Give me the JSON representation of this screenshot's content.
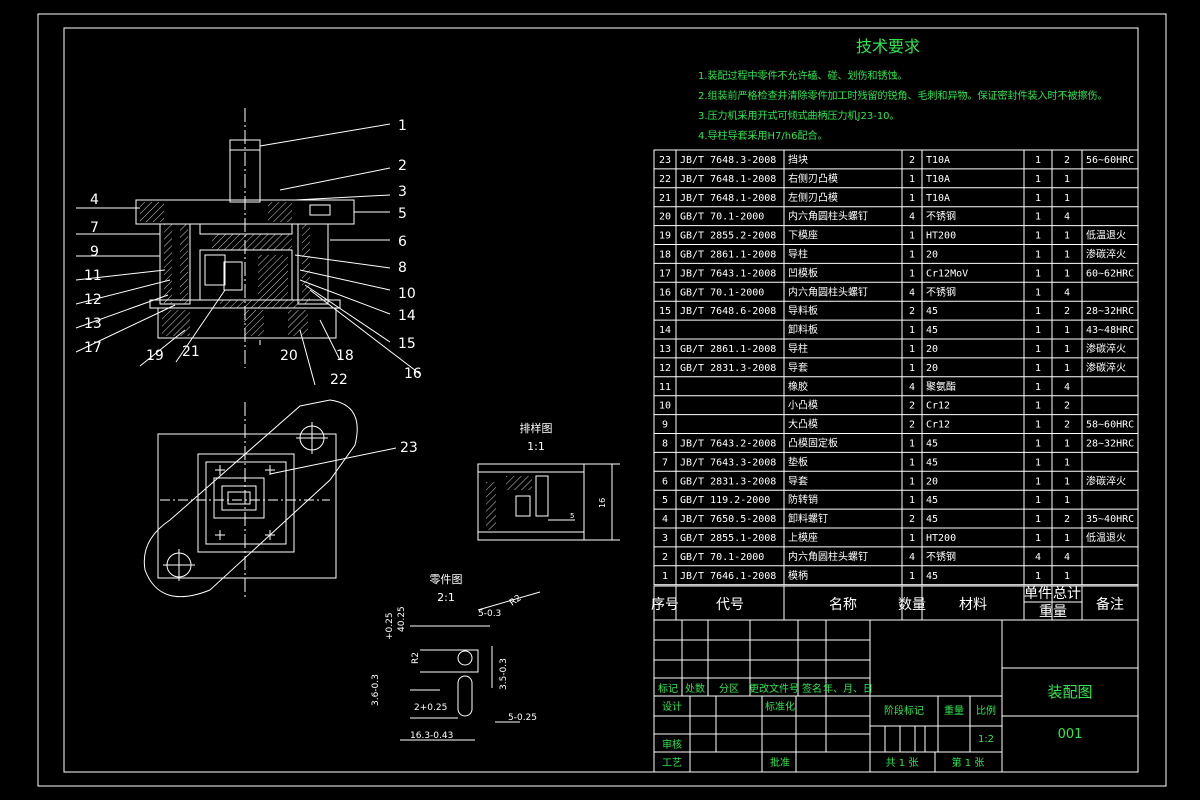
{
  "tech_requirements": {
    "title": "技术要求",
    "items": [
      "1.装配过程中零件不允许磕、碰、划伤和锈蚀。",
      "2.组装前严格检查并清除零件加工时残留的锐角、毛刺和异物。保证密封件装入时不被擦伤。",
      "3.压力机采用开式可倾式曲柄压力机J23-10。",
      "4.导柱导套采用H7/h6配合。"
    ]
  },
  "callouts_top": [
    "1",
    "2",
    "3",
    "4",
    "5",
    "6",
    "7",
    "8",
    "9",
    "10",
    "11",
    "12",
    "13",
    "14",
    "15",
    "16",
    "17",
    "18",
    "19",
    "20",
    "21",
    "22"
  ],
  "callout_plan": "23",
  "layout_view": {
    "title": "排样图",
    "scale": "1:1"
  },
  "part_view": {
    "title": "零件图",
    "scale": "2:1",
    "dims": [
      "5-0.3",
      "R2",
      "+0.25",
      "40.25",
      "R2",
      "3.5-0.3",
      "3.6-0.3",
      "2+0.25",
      "5-0.25",
      "16.3-0.43"
    ]
  },
  "bom": {
    "rows": [
      [
        "23",
        "JB/T 7648.3-2008",
        "挡块",
        "2",
        "T10A",
        "1",
        "2",
        "56~60HRC"
      ],
      [
        "22",
        "JB/T 7648.1-2008",
        "右侧刃凸模",
        "1",
        "T10A",
        "1",
        "1",
        ""
      ],
      [
        "21",
        "JB/T 7648.1-2008",
        "左侧刃凸模",
        "1",
        "T10A",
        "1",
        "1",
        ""
      ],
      [
        "20",
        "GB/T 70.1-2000",
        "内六角圆柱头螺钉",
        "4",
        "不锈钢",
        "1",
        "4",
        ""
      ],
      [
        "19",
        "GB/T 2855.2-2008",
        "下模座",
        "1",
        "HT200",
        "1",
        "1",
        "低温退火"
      ],
      [
        "18",
        "GB/T 2861.1-2008",
        "导柱",
        "1",
        "20",
        "1",
        "1",
        "渗碳淬火"
      ],
      [
        "17",
        "JB/T 7643.1-2008",
        "凹模板",
        "1",
        "Cr12MoV",
        "1",
        "1",
        "60~62HRC"
      ],
      [
        "16",
        "GB/T 70.1-2000",
        "内六角圆柱头螺钉",
        "4",
        "不锈钢",
        "1",
        "4",
        ""
      ],
      [
        "15",
        "JB/T 7648.6-2008",
        "导料板",
        "2",
        "45",
        "1",
        "2",
        "28~32HRC"
      ],
      [
        "14",
        "",
        "卸料板",
        "1",
        "45",
        "1",
        "1",
        "43~48HRC"
      ],
      [
        "13",
        "GB/T 2861.1-2008",
        "导柱",
        "1",
        "20",
        "1",
        "1",
        "渗碳淬火"
      ],
      [
        "12",
        "GB/T 2831.3-2008",
        "导套",
        "1",
        "20",
        "1",
        "1",
        "渗碳淬火"
      ],
      [
        "11",
        "",
        "橡胶",
        "4",
        "聚氨酯",
        "1",
        "4",
        ""
      ],
      [
        "10",
        "",
        "小凸模",
        "2",
        "Cr12",
        "1",
        "2",
        ""
      ],
      [
        "9",
        "",
        "大凸模",
        "2",
        "Cr12",
        "1",
        "2",
        "58~60HRC"
      ],
      [
        "8",
        "JB/T 7643.2-2008",
        "凸模固定板",
        "1",
        "45",
        "1",
        "1",
        "28~32HRC"
      ],
      [
        "7",
        "JB/T 7643.3-2008",
        "垫板",
        "1",
        "45",
        "1",
        "1",
        ""
      ],
      [
        "6",
        "GB/T 2831.3-2008",
        "导套",
        "1",
        "20",
        "1",
        "1",
        "渗碳淬火"
      ],
      [
        "5",
        "GB/T 119.2-2000",
        "防转销",
        "1",
        "45",
        "1",
        "1",
        ""
      ],
      [
        "4",
        "JB/T 7650.5-2008",
        "卸料螺钉",
        "2",
        "45",
        "1",
        "2",
        "35~40HRC"
      ],
      [
        "3",
        "GB/T 2855.1-2008",
        "上模座",
        "1",
        "HT200",
        "1",
        "1",
        "低温退火"
      ],
      [
        "2",
        "GB/T 70.1-2000",
        "内六角圆柱头螺钉",
        "4",
        "不锈钢",
        "4",
        "4",
        ""
      ],
      [
        "1",
        "JB/T 7646.1-2008",
        "模柄",
        "1",
        "45",
        "1",
        "1",
        ""
      ]
    ],
    "header": {
      "no": "序号",
      "code": "代号",
      "name": "名称",
      "qty": "数量",
      "material": "材料",
      "single": "单件",
      "total": "总计",
      "weight": "重量",
      "remarks": "备注"
    }
  },
  "title_block": {
    "mark": "标记",
    "count": "处数",
    "zone": "分区",
    "change_doc": "更改文件号",
    "sign": "签名",
    "date": "年、月、日",
    "design": "设计",
    "standardize": "标准化",
    "stage_mark": "阶段标记",
    "weight": "重量",
    "scale_label": "比例",
    "review": "审核",
    "process": "工艺",
    "approve": "批准",
    "scale_value": "1:2",
    "total_sheets": "共  1  张",
    "sheet_no": "第  1  张",
    "drawing_name": "装配图",
    "drawing_no": "001"
  },
  "colors": {
    "background": "#000000",
    "line": "#ffffff",
    "accent": "#2ee64d"
  }
}
